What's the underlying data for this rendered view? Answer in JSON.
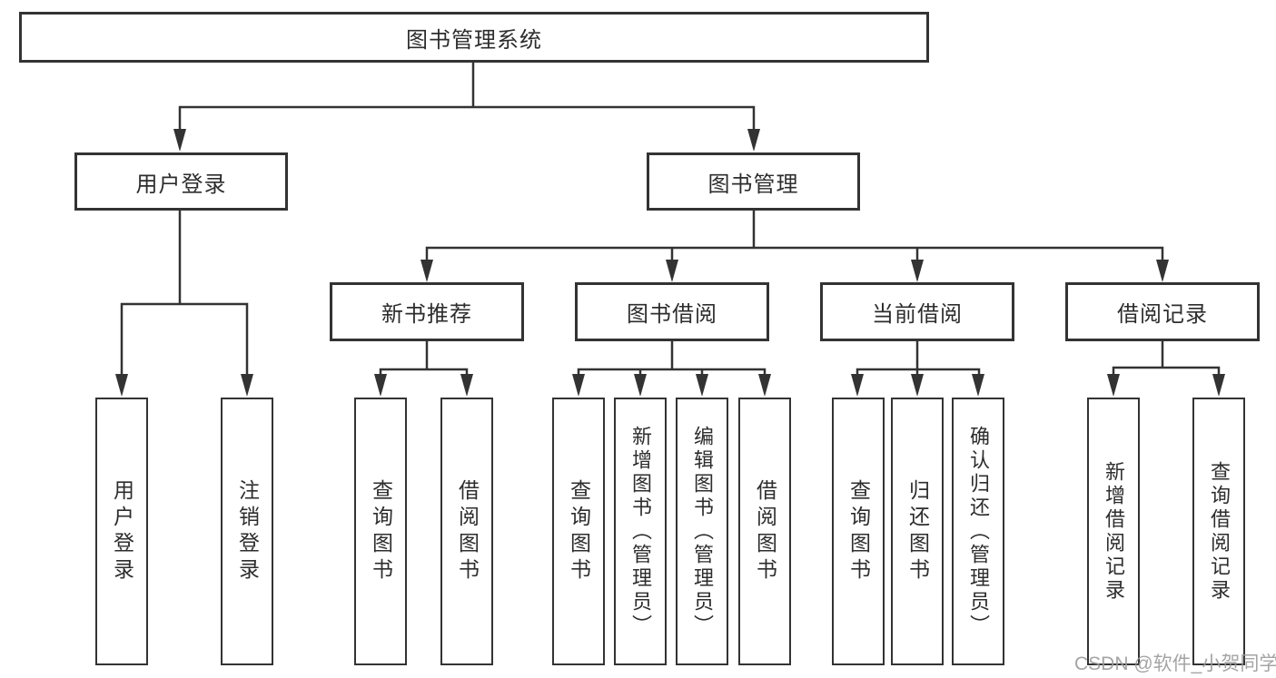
{
  "colors": {
    "line": "#333333",
    "border": "#333333",
    "text": "#2d2d2d",
    "watermark_gray": "#9b9b9b",
    "background": "#ffffff"
  },
  "watermark": {
    "text": "CSDN @软件_小贺同学"
  },
  "tree": {
    "root": {
      "label": "图书管理系统"
    },
    "branches": [
      {
        "label": "用户登录",
        "leaves": [
          {
            "label": "用户登录"
          },
          {
            "label": "注销登录"
          }
        ]
      },
      {
        "label": "图书管理",
        "groups": [
          {
            "label": "新书推荐",
            "leaves": [
              {
                "label": "查询图书"
              },
              {
                "label": "借阅图书"
              }
            ]
          },
          {
            "label": "图书借阅",
            "leaves": [
              {
                "label": "查询图书"
              },
              {
                "label": "新增图书（管理员）"
              },
              {
                "label": "编辑图书（管理员）"
              },
              {
                "label": "借阅图书"
              }
            ]
          },
          {
            "label": "当前借阅",
            "leaves": [
              {
                "label": "查询图书"
              },
              {
                "label": "归还图书"
              },
              {
                "label": "确认归还（管理员）"
              }
            ]
          },
          {
            "label": "借阅记录",
            "leaves": [
              {
                "label": "新增借阅记录"
              },
              {
                "label": "查询借阅记录"
              }
            ]
          }
        ]
      }
    ]
  }
}
